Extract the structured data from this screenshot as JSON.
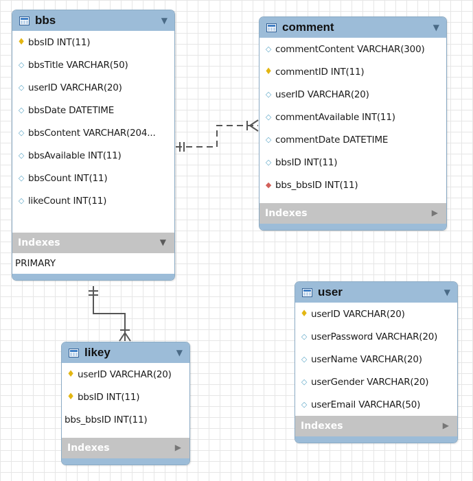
{
  "tables": {
    "bbs": {
      "title": "bbs",
      "columns": [
        {
          "icon": "primary-key-icon",
          "text": "bbsID INT(11)"
        },
        {
          "icon": "column-diamond-icon",
          "text": "bbsTitle VARCHAR(50)"
        },
        {
          "icon": "column-diamond-icon",
          "text": "userID VARCHAR(20)"
        },
        {
          "icon": "column-diamond-icon",
          "text": "bbsDate DATETIME"
        },
        {
          "icon": "column-diamond-icon",
          "text": "bbsContent VARCHAR(204..."
        },
        {
          "icon": "column-diamond-icon",
          "text": "bbsAvailable INT(11)"
        },
        {
          "icon": "column-diamond-icon",
          "text": "bbsCount INT(11)"
        },
        {
          "icon": "column-diamond-icon",
          "text": "likeCount INT(11)"
        }
      ],
      "indexes_label": "Indexes",
      "indexes": [
        "PRIMARY"
      ]
    },
    "comment": {
      "title": "comment",
      "columns": [
        {
          "icon": "column-diamond-icon",
          "text": "commentContent VARCHAR(300)"
        },
        {
          "icon": "primary-key-icon",
          "text": "commentID INT(11)"
        },
        {
          "icon": "column-diamond-icon",
          "text": "userID VARCHAR(20)"
        },
        {
          "icon": "column-diamond-icon",
          "text": "commentAvailable INT(11)"
        },
        {
          "icon": "column-diamond-icon",
          "text": "commentDate DATETIME"
        },
        {
          "icon": "column-diamond-icon",
          "text": "bbsID INT(11)"
        },
        {
          "icon": "foreign-key-icon",
          "text": "bbs_bbsID INT(11)"
        }
      ],
      "indexes_label": "Indexes"
    },
    "likey": {
      "title": "likey",
      "columns": [
        {
          "icon": "primary-key-icon",
          "text": "userID VARCHAR(20)"
        },
        {
          "icon": "primary-key-icon",
          "text": "bbsID INT(11)"
        },
        {
          "icon": "none",
          "text": "bbs_bbsID INT(11)"
        }
      ],
      "indexes_label": "Indexes"
    },
    "user": {
      "title": "user",
      "columns": [
        {
          "icon": "primary-key-icon",
          "text": "userID VARCHAR(20)"
        },
        {
          "icon": "column-diamond-icon",
          "text": "userPassword VARCHAR(20)"
        },
        {
          "icon": "column-diamond-icon",
          "text": "userName VARCHAR(20)"
        },
        {
          "icon": "column-diamond-icon",
          "text": "userGender VARCHAR(20)"
        },
        {
          "icon": "column-diamond-icon",
          "text": "userEmail VARCHAR(50)"
        }
      ],
      "indexes_label": "Indexes"
    }
  },
  "relationships": [
    {
      "from": "bbs",
      "to": "comment",
      "style": "dashed",
      "from_end": "one-and-only-one",
      "to_end": "one-or-many"
    },
    {
      "from": "bbs",
      "to": "likey",
      "style": "solid",
      "from_end": "one-and-only-one",
      "to_end": "one-or-many"
    }
  ],
  "colors": {
    "header": "#9cbcd8",
    "indexes_bar": "#c4c4c4",
    "key": "#e3b612",
    "attribute": "#5fa8c8",
    "foreign_key": "#d2605a",
    "line": "#555555"
  }
}
